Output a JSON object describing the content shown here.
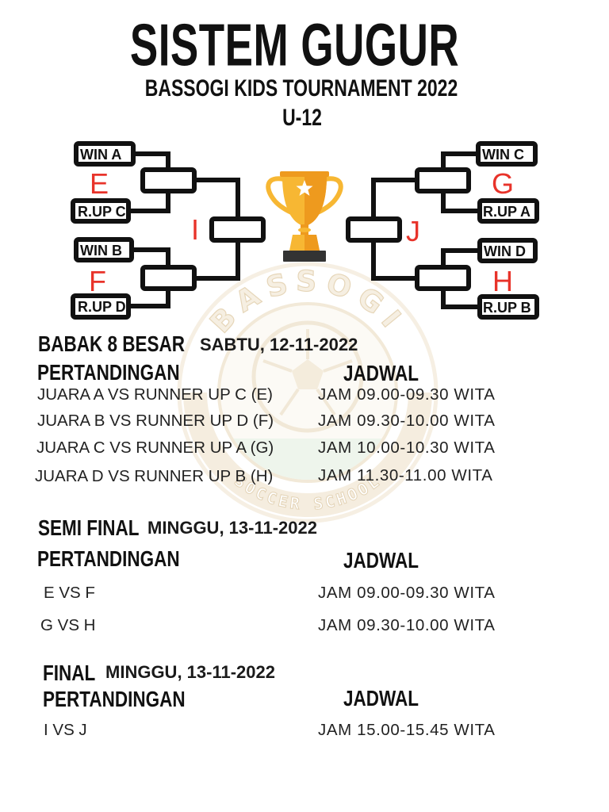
{
  "title": "SISTEM GUGUR",
  "subtitle": "BASSOGI KIDS TOURNAMENT 2022",
  "category": "U-12",
  "bracket": {
    "center_icon": "trophy-icon",
    "left": {
      "slots": [
        "WIN A",
        "R.UP C",
        "WIN B",
        "R.UP D"
      ],
      "quarterfinal_labels": [
        "E",
        "F"
      ],
      "semifinal_label": "I"
    },
    "right": {
      "slots": [
        "WIN C",
        "R.UP A",
        "WIN D",
        "R.UP B"
      ],
      "quarterfinal_labels": [
        "G",
        "H"
      ],
      "semifinal_label": "J"
    }
  },
  "watermark": {
    "top_text": "BASSOGI",
    "bottom_text": "SOCCER SCHOOL"
  },
  "rounds": [
    {
      "name": "BABAK 8 BESAR",
      "date": "SABTU, 12-11-2022",
      "match_header": "PERTANDINGAN",
      "schedule_header": "JADWAL",
      "matches": [
        {
          "match": "JUARA A VS RUNNER UP C (E)",
          "time": "JAM 09.00-09.30 WITA"
        },
        {
          "match": "JUARA B VS RUNNER UP D (F)",
          "time": "JAM 09.30-10.00 WITA"
        },
        {
          "match": "JUARA C VS RUNNER UP A (G)",
          "time": "JAM 10.00-10.30 WITA"
        },
        {
          "match": "JUARA D VS RUNNER UP B (H)",
          "time": "JAM 11.30-11.00 WITA"
        }
      ]
    },
    {
      "name": "SEMI FINAL",
      "date": "MINGGU, 13-11-2022",
      "match_header": "PERTANDINGAN",
      "schedule_header": "JADWAL",
      "matches": [
        {
          "match": "E VS F",
          "time": "JAM 09.00-09.30 WITA"
        },
        {
          "match": "G VS H",
          "time": "JAM 09.30-10.00 WITA"
        }
      ]
    },
    {
      "name": "FINAL",
      "date": "MINGGU, 13-11-2022",
      "match_header": "PERTANDINGAN",
      "schedule_header": "JADWAL",
      "matches": [
        {
          "match": "I VS J",
          "time": "JAM 15.00-15.45 WITA"
        }
      ]
    }
  ],
  "colors": {
    "text": "#111111",
    "accent_red": "#e8332a",
    "trophy_gold": "#f7b733",
    "trophy_shade": "#ee9a1e",
    "trophy_base": "#333333"
  }
}
